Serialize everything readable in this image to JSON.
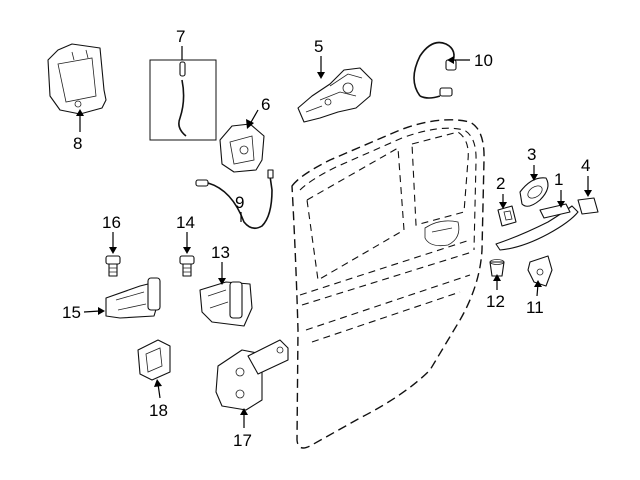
{
  "callouts": [
    {
      "id": "p1",
      "number": "1"
    },
    {
      "id": "p2",
      "number": "2"
    },
    {
      "id": "p3",
      "number": "3"
    },
    {
      "id": "p4",
      "number": "4"
    },
    {
      "id": "p5",
      "number": "5"
    },
    {
      "id": "p6",
      "number": "6"
    },
    {
      "id": "p7",
      "number": "7"
    },
    {
      "id": "p8",
      "number": "8"
    },
    {
      "id": "p9",
      "number": "9"
    },
    {
      "id": "p10",
      "number": "10"
    },
    {
      "id": "p11",
      "number": "11"
    },
    {
      "id": "p12",
      "number": "12"
    },
    {
      "id": "p13",
      "number": "13"
    },
    {
      "id": "p14",
      "number": "14"
    },
    {
      "id": "p15",
      "number": "15"
    },
    {
      "id": "p16",
      "number": "16"
    },
    {
      "id": "p17",
      "number": "17"
    },
    {
      "id": "p18",
      "number": "18"
    }
  ]
}
